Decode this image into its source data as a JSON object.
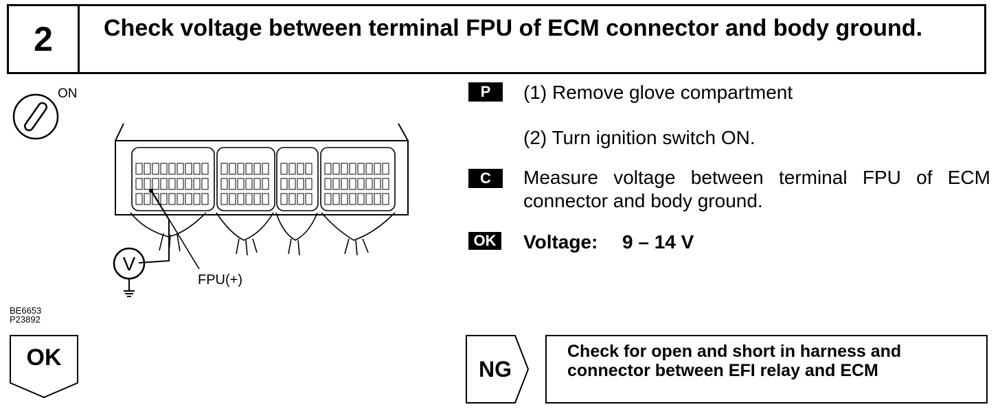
{
  "header": {
    "step_number": "2",
    "title": "Check voltage between terminal FPU of ECM connector and body ground."
  },
  "diagram": {
    "ignition_label": "ON",
    "meter_label": "V",
    "terminal_label": "FPU(+)",
    "codes": [
      "BE6653",
      "P23892"
    ]
  },
  "instructions": {
    "prep_badge": "P",
    "prep_steps": [
      "(1)  Remove glove compartment",
      "(2)  Turn ignition switch ON."
    ],
    "check_badge": "C",
    "check_text": "Measure voltage between terminal FPU of ECM connector and body ground.",
    "ok_badge": "OK",
    "ok_label": "Voltage:",
    "ok_value": "9 – 14 V"
  },
  "results": {
    "ok_label": "OK",
    "ng_label": "NG",
    "ng_action": "Check for open and short in harness and connector between EFI relay and ECM"
  }
}
